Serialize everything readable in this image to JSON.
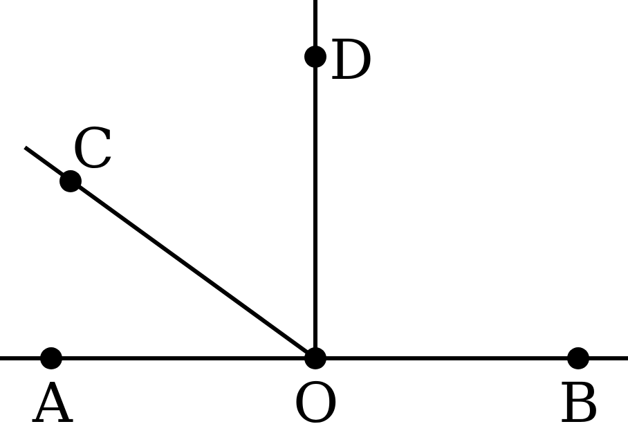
{
  "figure": {
    "points": [
      {
        "id": "A",
        "label": "A"
      },
      {
        "id": "O",
        "label": "O"
      },
      {
        "id": "B",
        "label": "B"
      },
      {
        "id": "C",
        "label": "C"
      },
      {
        "id": "D",
        "label": "D"
      }
    ],
    "segments": [
      {
        "id": "AB",
        "from": "A",
        "to": "B"
      },
      {
        "id": "OC",
        "from": "O",
        "to": "C"
      },
      {
        "id": "OD",
        "from": "O",
        "to": "D"
      }
    ],
    "colors": {
      "ink": "#000000",
      "background": "#ffffff"
    }
  }
}
